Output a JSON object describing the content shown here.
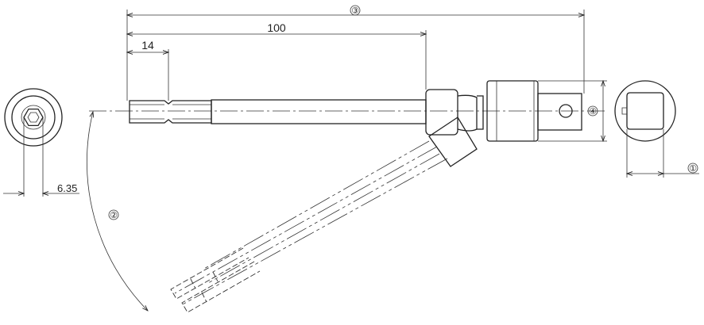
{
  "dimensions": {
    "overall_length": "③",
    "shank_length": "100",
    "hex_length": "14",
    "hex_size": "6.35",
    "square_drive": "①",
    "swing_angle": "②",
    "head_diameter": "④"
  },
  "colors": {
    "line": "#222222",
    "background": "#ffffff"
  }
}
